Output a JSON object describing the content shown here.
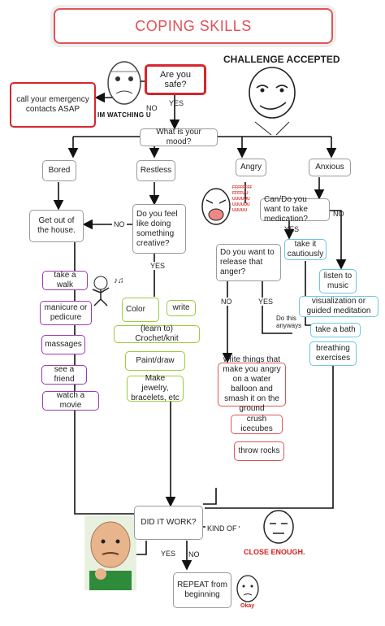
{
  "title": "COPING SKILLS",
  "memes": {
    "challenge": "CHALLENGE ACCEPTED",
    "watching": "IM WATCHING U",
    "close_enough": "CLOSE ENOUGH.",
    "okay": "Okay",
    "rage": "FFFFFFFF FFFFUU UUUUUU UUUUUU UUUUU"
  },
  "nodes": {
    "are_you_safe": "Are you safe?",
    "call": "call your emergency contacts ASAP",
    "mood": "What is your mood?",
    "bored": "Bored",
    "restless": "Restless",
    "angry": "Angry",
    "anxious": "Anxious",
    "get_out": "Get out of the house.",
    "creative": "Do you feel like doing something creative?",
    "medication": "Can/Do you want to take medication?",
    "take_it": "take it cautiously",
    "release": "Do you want to release that anger?",
    "walk": "take a walk",
    "manicure": "manicure or pedicure",
    "massages": "massages",
    "friend": "see a friend",
    "movie": "watch a movie",
    "color": "Color",
    "write": "write",
    "crochet": "(learn to) Crochet/knit",
    "paint": "Paint/draw",
    "jewelry": "Make jewelry, bracelets, etc",
    "water_balloon": "write things that make you angry on a water balloon and smash it on the ground",
    "ice": "crush icecubes",
    "rocks": "throw rocks",
    "music": "listen to music",
    "visualization": "visualization or guided meditation",
    "bath": "take a bath",
    "breathing": "breathing exercises",
    "did_it_work": "DID IT WORK?",
    "repeat": "REPEAT from beginning"
  },
  "labels": {
    "no_safe": "NO",
    "yes_safe": "YES",
    "no_creative": "NO",
    "yes_creative": "YES",
    "no_med": "NO",
    "yes_med": "YES",
    "no_release": "NO",
    "yes_release": "YES",
    "do_this_anyways": "Do this anyways",
    "kind_of": "KIND OF",
    "yes_work": "YES",
    "no_work": "NO"
  },
  "colors": {
    "title": "#e0505a",
    "title_border": "#e05555",
    "safe_border": "#d9242c",
    "purple": "#9b3bb0",
    "green": "#9ccc3a",
    "red": "#e05555",
    "cyan": "#6cc7e2",
    "gray": "#9a9a9a"
  },
  "icons": [
    "face-icon",
    "challenge-face-icon",
    "rage-face-icon",
    "dancing-stick-icon",
    "close-enough-face-icon",
    "okay-face-icon",
    "success-kid-icon"
  ]
}
